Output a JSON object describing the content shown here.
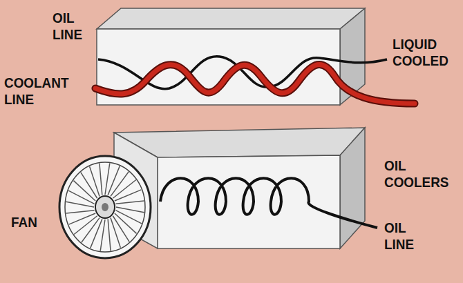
{
  "diagram": {
    "labels": [
      "OIL LINE",
      "COOLANT LINE",
      "LIQUID COOLED",
      "OIL COOLERS",
      "OIL LINE",
      "FAN"
    ]
  }
}
